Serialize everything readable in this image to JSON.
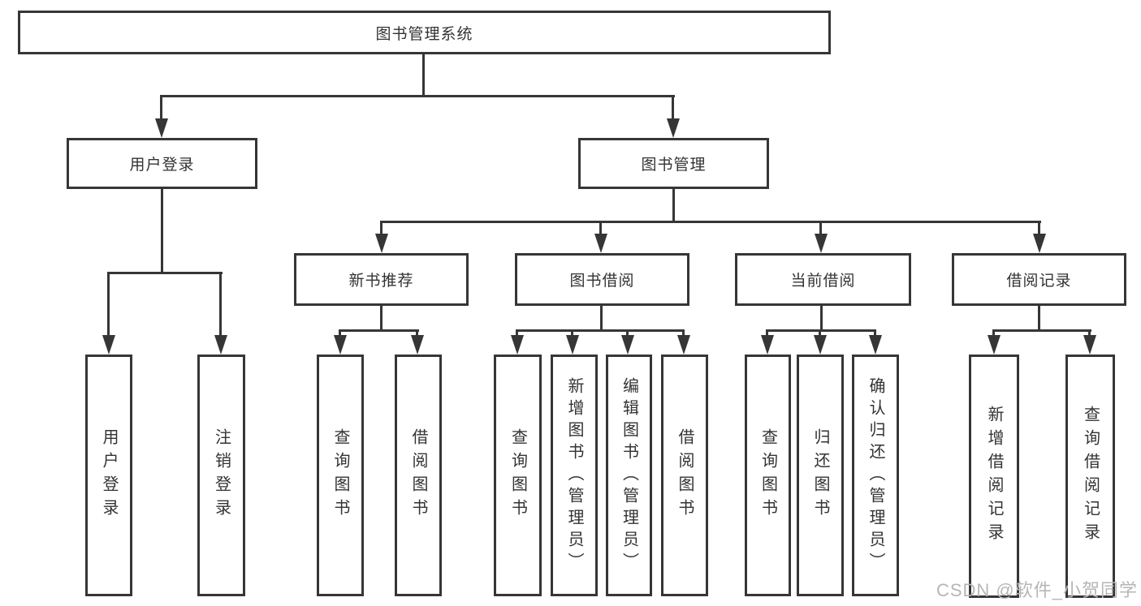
{
  "nodes": {
    "root": "图书管理系统",
    "user_login": "用户登录",
    "book_management": "图书管理",
    "new_book_recommendation": "新书推荐",
    "book_borrowing": "图书借阅",
    "current_borrowing": "当前借阅",
    "borrowing_records": "借阅记录"
  },
  "leaves": {
    "user_login": "用户登录",
    "logout": "注销登录",
    "nbr_query_books": "查询图书",
    "nbr_borrow_books": "借阅图书",
    "bb_query_books": "查询图书",
    "bb_add_books": "新增图书（管理员）",
    "bb_edit_books": "编辑图书（管理员）",
    "bb_borrow_books": "借阅图书",
    "cb_query_books": "查询图书",
    "cb_return_books": "归还图书",
    "cb_confirm_return": "确认归还（管理员）",
    "br_add_record": "新增借阅记录",
    "br_query_record": "查询借阅记录"
  },
  "watermark": {
    "text": "CSDN @软件_小贺同学"
  },
  "colors": {
    "line": "#363636",
    "text": "#333333",
    "watermark": "#b6b6ba",
    "background": "#ffffff"
  }
}
